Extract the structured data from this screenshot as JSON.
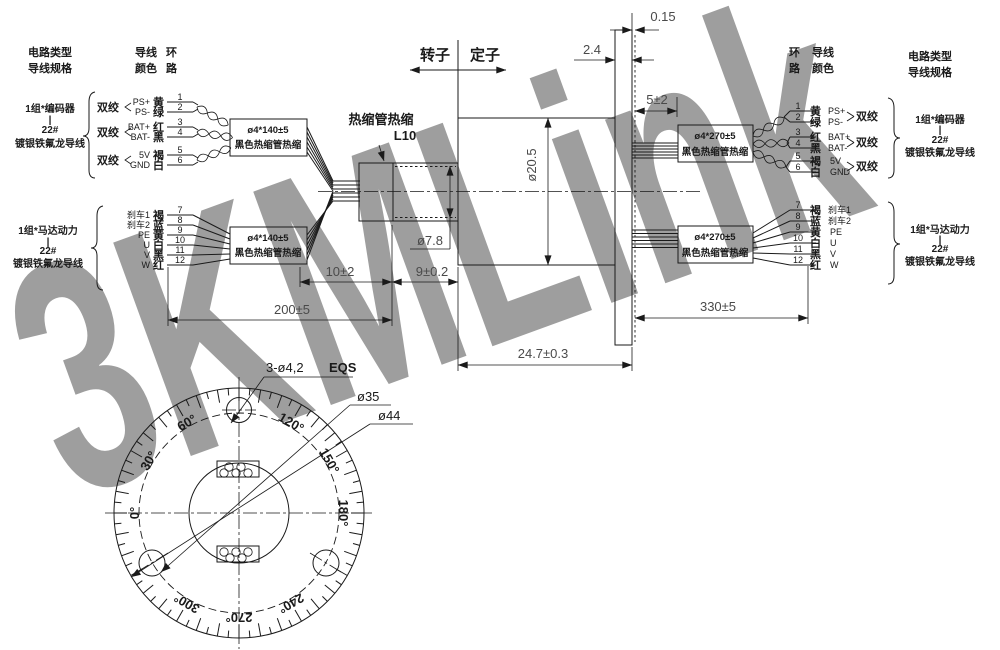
{
  "watermark": "3KMLink",
  "colors": {
    "line": "#1a1a1a",
    "dim_text": "#4a4a4a",
    "watermark": "#e59090"
  },
  "headers": {
    "left": {
      "circuit_type": "电路类型",
      "wire_spec": "导线规格",
      "wire": "导线",
      "color": "颜色",
      "ring": "环",
      "loop": "路"
    },
    "right": {
      "circuit_type": "电路类型",
      "wire_spec": "导线规格",
      "wire": "导线",
      "color": "颜色",
      "ring": "环",
      "loop": "路"
    }
  },
  "encoder_group": {
    "note": {
      "line1": "1组*编码器",
      "line2": "|",
      "line3": "22#",
      "line4": "镀银铁氟龙导线"
    },
    "twist_label": "双绞",
    "rows": [
      {
        "ring": "1",
        "color": "黄",
        "signal": "PS+"
      },
      {
        "ring": "2",
        "color": "绿",
        "signal": "PS-"
      },
      {
        "ring": "3",
        "color": "红",
        "signal": "BAT+"
      },
      {
        "ring": "4",
        "color": "黑",
        "signal": "BAT-"
      },
      {
        "ring": "5",
        "color": "褐",
        "signal": "5V"
      },
      {
        "ring": "6",
        "color": "白",
        "signal": "GND"
      }
    ]
  },
  "motor_group": {
    "note": {
      "line1": "1组*马达动力",
      "line2": "|",
      "line3": "22#",
      "line4": "镀银铁氟龙导线"
    },
    "rows": [
      {
        "ring": "7",
        "color": "褐",
        "signal": "刹车1"
      },
      {
        "ring": "8",
        "color": "蓝",
        "signal": "刹车2"
      },
      {
        "ring": "9",
        "color": "黄",
        "signal": "PE"
      },
      {
        "ring": "10",
        "color": "白",
        "signal": "U"
      },
      {
        "ring": "11",
        "color": "黑",
        "signal": "V"
      },
      {
        "ring": "12",
        "color": "红",
        "signal": "W"
      }
    ]
  },
  "sleeve_left": {
    "size": "ø4*140±5",
    "desc": "黑色热缩管热缩"
  },
  "sleeve_right": {
    "size": "ø4*270±5",
    "desc": "黑色热缩管热缩"
  },
  "assembly": {
    "rotor": "转子",
    "stator": "定子",
    "heatshrink_note": "热缩管热缩",
    "heatshrink_code": "L10",
    "dim_gap": "0.15",
    "dim_flange": "2.4",
    "dim_exit": "5±2",
    "dim_lead": "10±2",
    "dim_shaft_len": "9±0.2",
    "dim_shaft_dia": "ø7.8",
    "dim_body_dia": "ø20.5",
    "dim_cable_left": "200±5",
    "dim_body_len": "24.7±0.3",
    "dim_cable_right": "330±5"
  },
  "flange_view": {
    "holes": "3-ø4,2",
    "holes_suffix": "EQS",
    "bolt_circle_dia": "ø35",
    "outer_dia": "ø44",
    "degree_labels": [
      "0°",
      "30°",
      "60°",
      "120°",
      "150°",
      "180°",
      "240°",
      "270°",
      "300°"
    ]
  }
}
